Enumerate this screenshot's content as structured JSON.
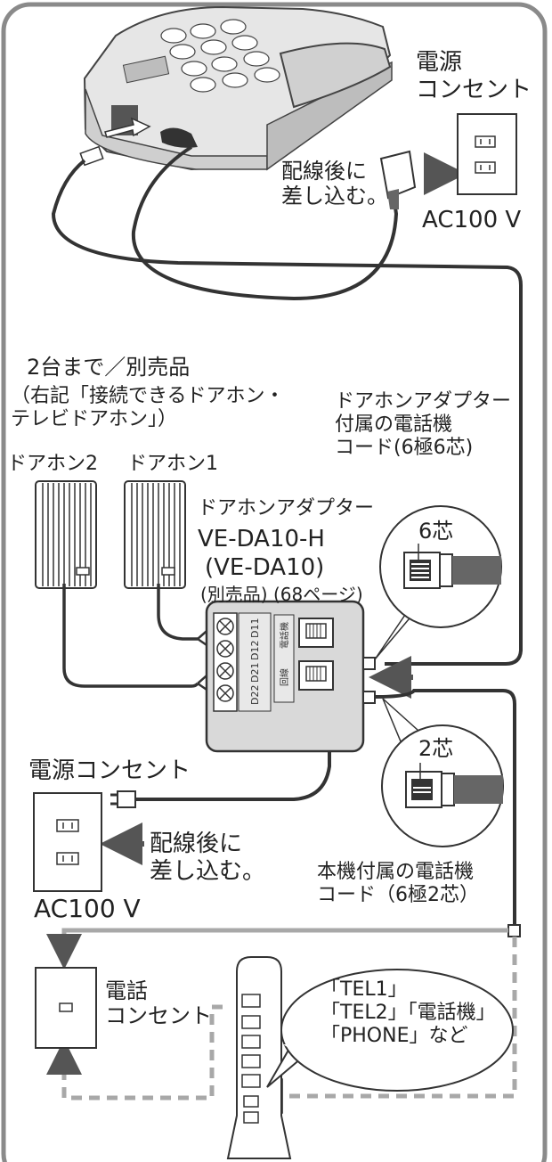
{
  "labels": {
    "power_outlet_top": "電源\nコンセント",
    "plug_after_wiring_top": "配線後に\n差し込む。",
    "ac100v_top": "AC100 V",
    "up_to_two": "2台まで／別売品",
    "see_right": "（右記「接続できるドアホン・\nテレビドアホン」）",
    "adapter_cord": "ドアホンアダプター\n付属の電話機\nコード(6極6芯)",
    "doorphone2": "ドアホン2",
    "doorphone1": "ドアホン1",
    "adapter_name": "ドアホンアダプター",
    "adapter_model": "VE-DA10-H",
    "adapter_model_alt": "(VE-DA10)",
    "adapter_note": "(別売品) (68ページ)",
    "six_core": "6芯",
    "two_core": "2芯",
    "power_outlet_mid": "電源コンセント",
    "plug_after_wiring_mid": "配線後に\n差し込む。",
    "ac100v_bottom": "AC100 V",
    "unit_cord": "本機付属の電話機\nコード（6極2芯）",
    "phone_outlet": "電話\nコンセント",
    "router_ports": "「TEL1」\n「TEL2」「電話機」\n「PHONE」など"
  },
  "terminal_labels": [
    "D11",
    "D12",
    "D21",
    "D22"
  ],
  "connector_labels": [
    "電話機",
    "回線"
  ],
  "colors": {
    "line": "#3a3a3a",
    "panel_border": "#7a7a7a",
    "device_fill": "#dadada",
    "dashed_line": "#a8a8a8",
    "arrow": "#555555"
  }
}
